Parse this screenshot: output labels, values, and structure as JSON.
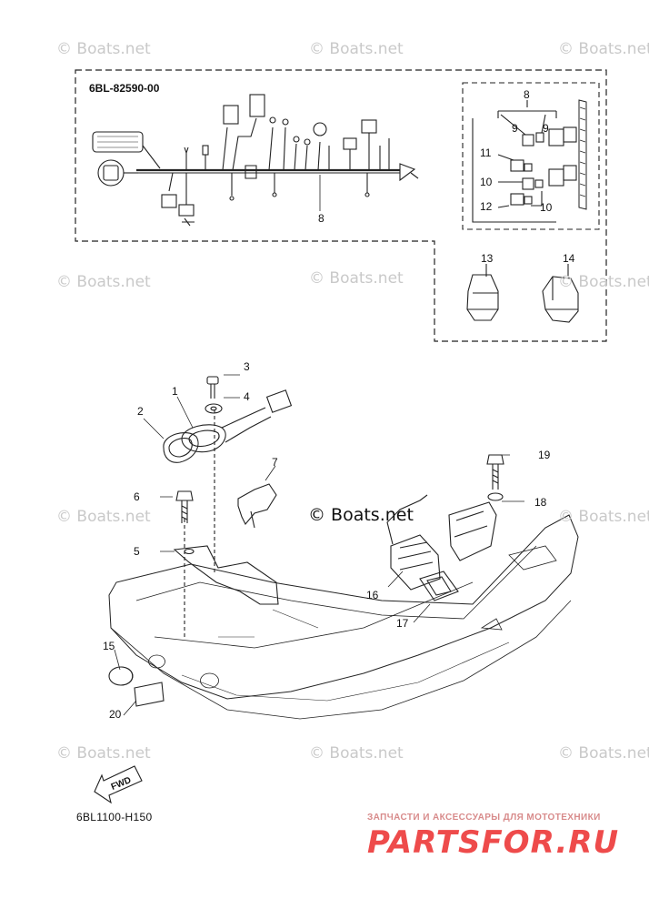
{
  "diagram": {
    "kit_code": "6BL-82590-00",
    "figure_code": "6BL1100-H150",
    "fwd_label": "FWD",
    "watermark": "© Boats.net",
    "footer_tagline": "ЗАПЧАСТИ И АКСЕССУАРЫ ДЛЯ МОТОТЕХНИКИ",
    "footer_brand": "PARTSFOR.RU",
    "callouts": [
      "1",
      "2",
      "3",
      "4",
      "5",
      "6",
      "7",
      "8",
      "8",
      "9",
      "9",
      "10",
      "10",
      "11",
      "12",
      "13",
      "14",
      "15",
      "16",
      "17",
      "18",
      "19",
      "20"
    ]
  }
}
